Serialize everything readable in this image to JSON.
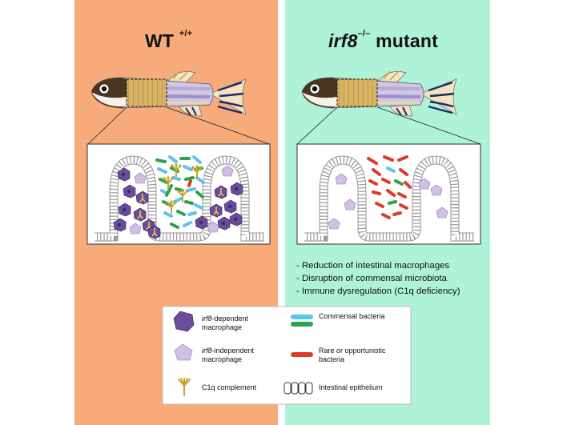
{
  "panels": {
    "wt": {
      "title": "WT",
      "genotype": "+/+"
    },
    "mutant": {
      "title_gene": "irf8",
      "genotype": "–/–",
      "title_suffix": "mutant"
    }
  },
  "findings": [
    "- Reduction of intestinal macrophages",
    "- Disruption of commensal microbiota",
    "- Immune dysregulation (C1q deficiency)"
  ],
  "legend": {
    "dependent_gene": "irf8",
    "dependent_label_1": "-dependent",
    "dependent_label_2": "macrophage",
    "independent_gene": "irf8",
    "independent_label_1": "-independent",
    "independent_label_2": "macrophage",
    "c1q_label": "C1q complement",
    "commensal_label": "Commensal bacteria",
    "rare_label_1": "Rare or opportunistic",
    "rare_label_2": "bacteria",
    "epithelium_label": "Intestinal epithelium"
  },
  "colors": {
    "wt_background": "#f7aa7a",
    "mutant_background": "#aef2d8",
    "dependent_macrophage": "#6a4c9c",
    "independent_macrophage": "#d2bfe6",
    "commensal_blue": "#5cc5ee",
    "commensal_green": "#2fa24e",
    "rare_red": "#e23a2a",
    "c1q": "#c9a227"
  },
  "icons": {
    "dependent_macrophage": "dark-purple-star-cell",
    "independent_macrophage": "light-purple-pentagon-cell",
    "c1q": "y-shaped-protein",
    "commensal": "blue-and-green-rods",
    "rare": "red-rod",
    "epithelium": "row-of-rounded-cells"
  }
}
